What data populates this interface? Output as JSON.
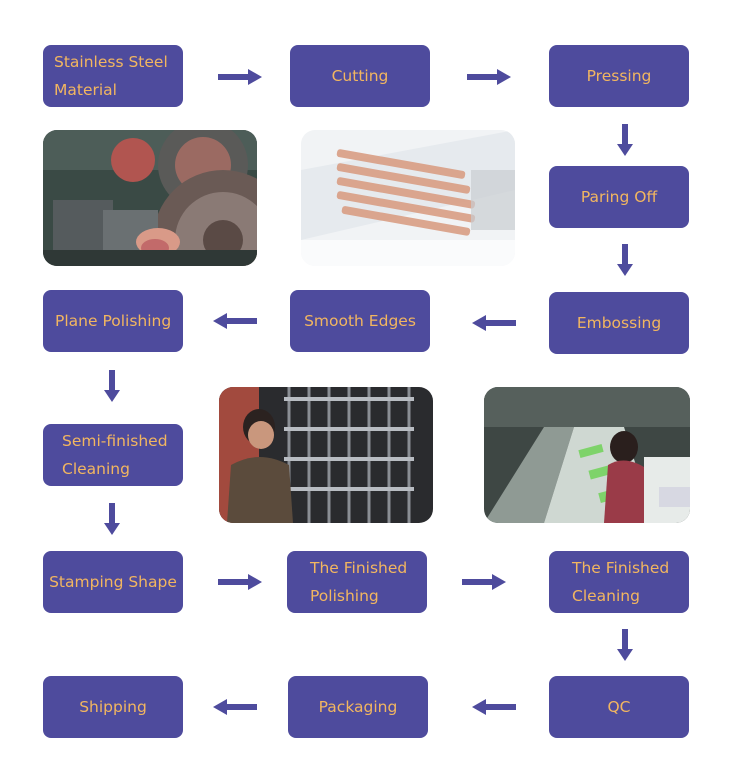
{
  "steps": {
    "stainless_steel_material": "Stainless Steel\nMaterial",
    "cutting": "Cutting",
    "pressing": "Pressing",
    "paring_off": "Paring Off",
    "embossing": "Embossing",
    "smooth_edges": "Smooth Edges",
    "plane_polishing": "Plane Polishing",
    "semi_finished_cleaning": "Semi-finished\nCleaning",
    "stamping_shape": "Stamping Shape",
    "finished_polishing": "The Finished\nPolishing",
    "finished_cleaning": "The Finished\nCleaning",
    "qc": "QC",
    "packaging": "Packaging",
    "shipping": "Shipping"
  },
  "colors": {
    "box_fill": "#4e4b9d",
    "box_text": "#f2b660",
    "arrow": "#4e4b9d"
  },
  "photos": [
    {
      "id": "cutting-machine-photo"
    },
    {
      "id": "pressing-cutlery-blanks-photo"
    },
    {
      "id": "polishing-rack-worker-photo"
    },
    {
      "id": "packaging-line-photo"
    }
  ]
}
